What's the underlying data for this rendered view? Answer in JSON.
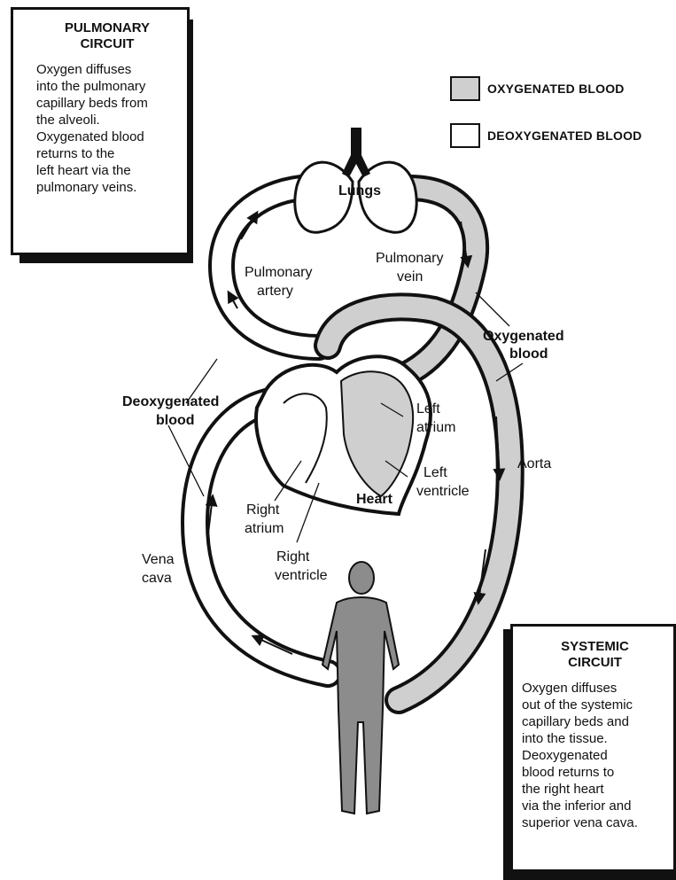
{
  "pulmonary_box": {
    "title": "PULMONARY\nCIRCUIT",
    "text": "Oxygen diffuses\ninto the pulmonary\ncapillary beds from\nthe alveoli.\nOxygenated blood\nreturns to the\nleft heart via the\npulmonary veins."
  },
  "systemic_box": {
    "title": "SYSTEMIC\nCIRCUIT",
    "text": "Oxygen diffuses\nout of the systemic\ncapillary beds and\ninto the tissue.\nDeoxygenated\nblood returns to\nthe right heart\nvia the inferior and\nsuperior vena cava."
  },
  "legend": {
    "oxygenated": {
      "label": "OXYGENATED BLOOD",
      "color": "#cfcfcf"
    },
    "deoxygenated": {
      "label": "DEOXYGENATED BLOOD",
      "color": "#ffffff"
    }
  },
  "labels": {
    "lungs": "Lungs",
    "pulmonary_artery_1": "Pulmonary",
    "pulmonary_artery_2": "artery",
    "pulmonary_vein_1": "Pulmonary",
    "pulmonary_vein_2": "vein",
    "oxygenated_1": "Oxygenated",
    "oxygenated_2": "blood",
    "deoxygenated_1": "Deoxygenated",
    "deoxygenated_2": "blood",
    "left_atrium_1": "Left",
    "left_atrium_2": "atrium",
    "aorta": "Aorta",
    "left_ventricle_1": "Left",
    "left_ventricle_2": "ventricle",
    "heart": "Heart",
    "right_atrium_1": "Right",
    "right_atrium_2": "atrium",
    "right_ventricle_1": "Right",
    "right_ventricle_2": "ventricle",
    "vena_cava_1": "Vena",
    "vena_cava_2": "cava"
  }
}
